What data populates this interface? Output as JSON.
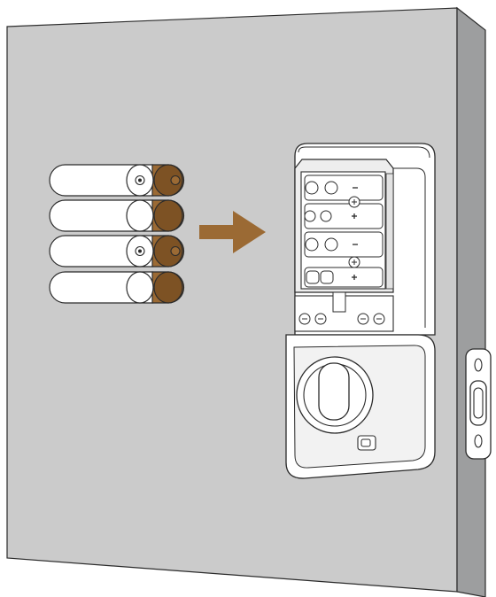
{
  "colors": {
    "door_face": "#cbcbcb",
    "door_side": "#9d9e9f",
    "outline": "#2b2b2b",
    "battery_body": "#ffffff",
    "battery_cap": "#9b6a34",
    "battery_cap_shade": "#7d5224",
    "arrow": "#9b6a34",
    "lock_body": "#ffffff",
    "lock_shadow": "#e9e9e9",
    "strike_plate": "#ffffff"
  },
  "icons": {
    "battery": "aa-battery-icon",
    "arrow": "right-arrow-icon",
    "lock": "smart-deadbolt-lock",
    "strike": "strike-plate-icon"
  },
  "batteries": {
    "count": 4
  },
  "battery_compartment": {
    "slots": 4
  }
}
